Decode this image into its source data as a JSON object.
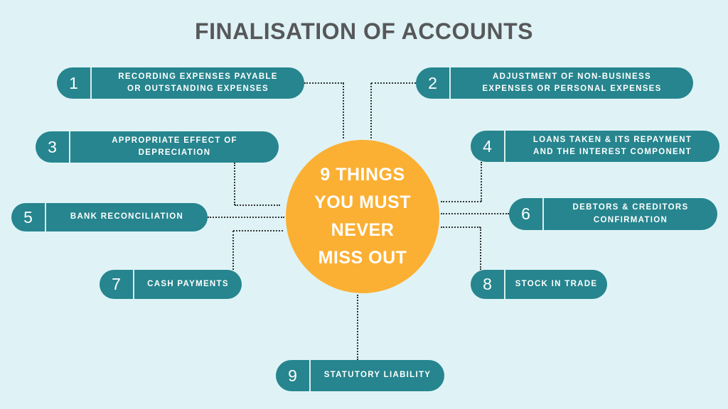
{
  "title": "FINALISATION OF ACCOUNTS",
  "center": {
    "text": "9 THINGS\nYOU MUST\nNEVER\nMISS OUT"
  },
  "items": [
    {
      "number": "1",
      "label": "RECORDING EXPENSES PAYABLE\nOR OUTSTANDING EXPENSES"
    },
    {
      "number": "2",
      "label": "ADJUSTMENT OF NON-BUSINESS\nEXPENSES OR PERSONAL EXPENSES"
    },
    {
      "number": "3",
      "label": "APPROPRIATE EFFECT OF\nDEPRECIATION"
    },
    {
      "number": "4",
      "label": "LOANS TAKEN & ITS REPAYMENT\nAND THE INTEREST COMPONENT"
    },
    {
      "number": "5",
      "label": "BANK RECONCILIATION"
    },
    {
      "number": "6",
      "label": "DEBTORS & CREDITORS\nCONFIRMATION"
    },
    {
      "number": "7",
      "label": "CASH PAYMENTS"
    },
    {
      "number": "8",
      "label": "STOCK IN TRADE"
    },
    {
      "number": "9",
      "label": "STATUTORY LIABILITY"
    }
  ],
  "colors": {
    "background": "#dff3f6",
    "pill_teal": "#26858e",
    "circle_yellow": "#fbb033",
    "title_gray": "#57585a",
    "text_white": "#ffffff",
    "connector": "#333333"
  }
}
